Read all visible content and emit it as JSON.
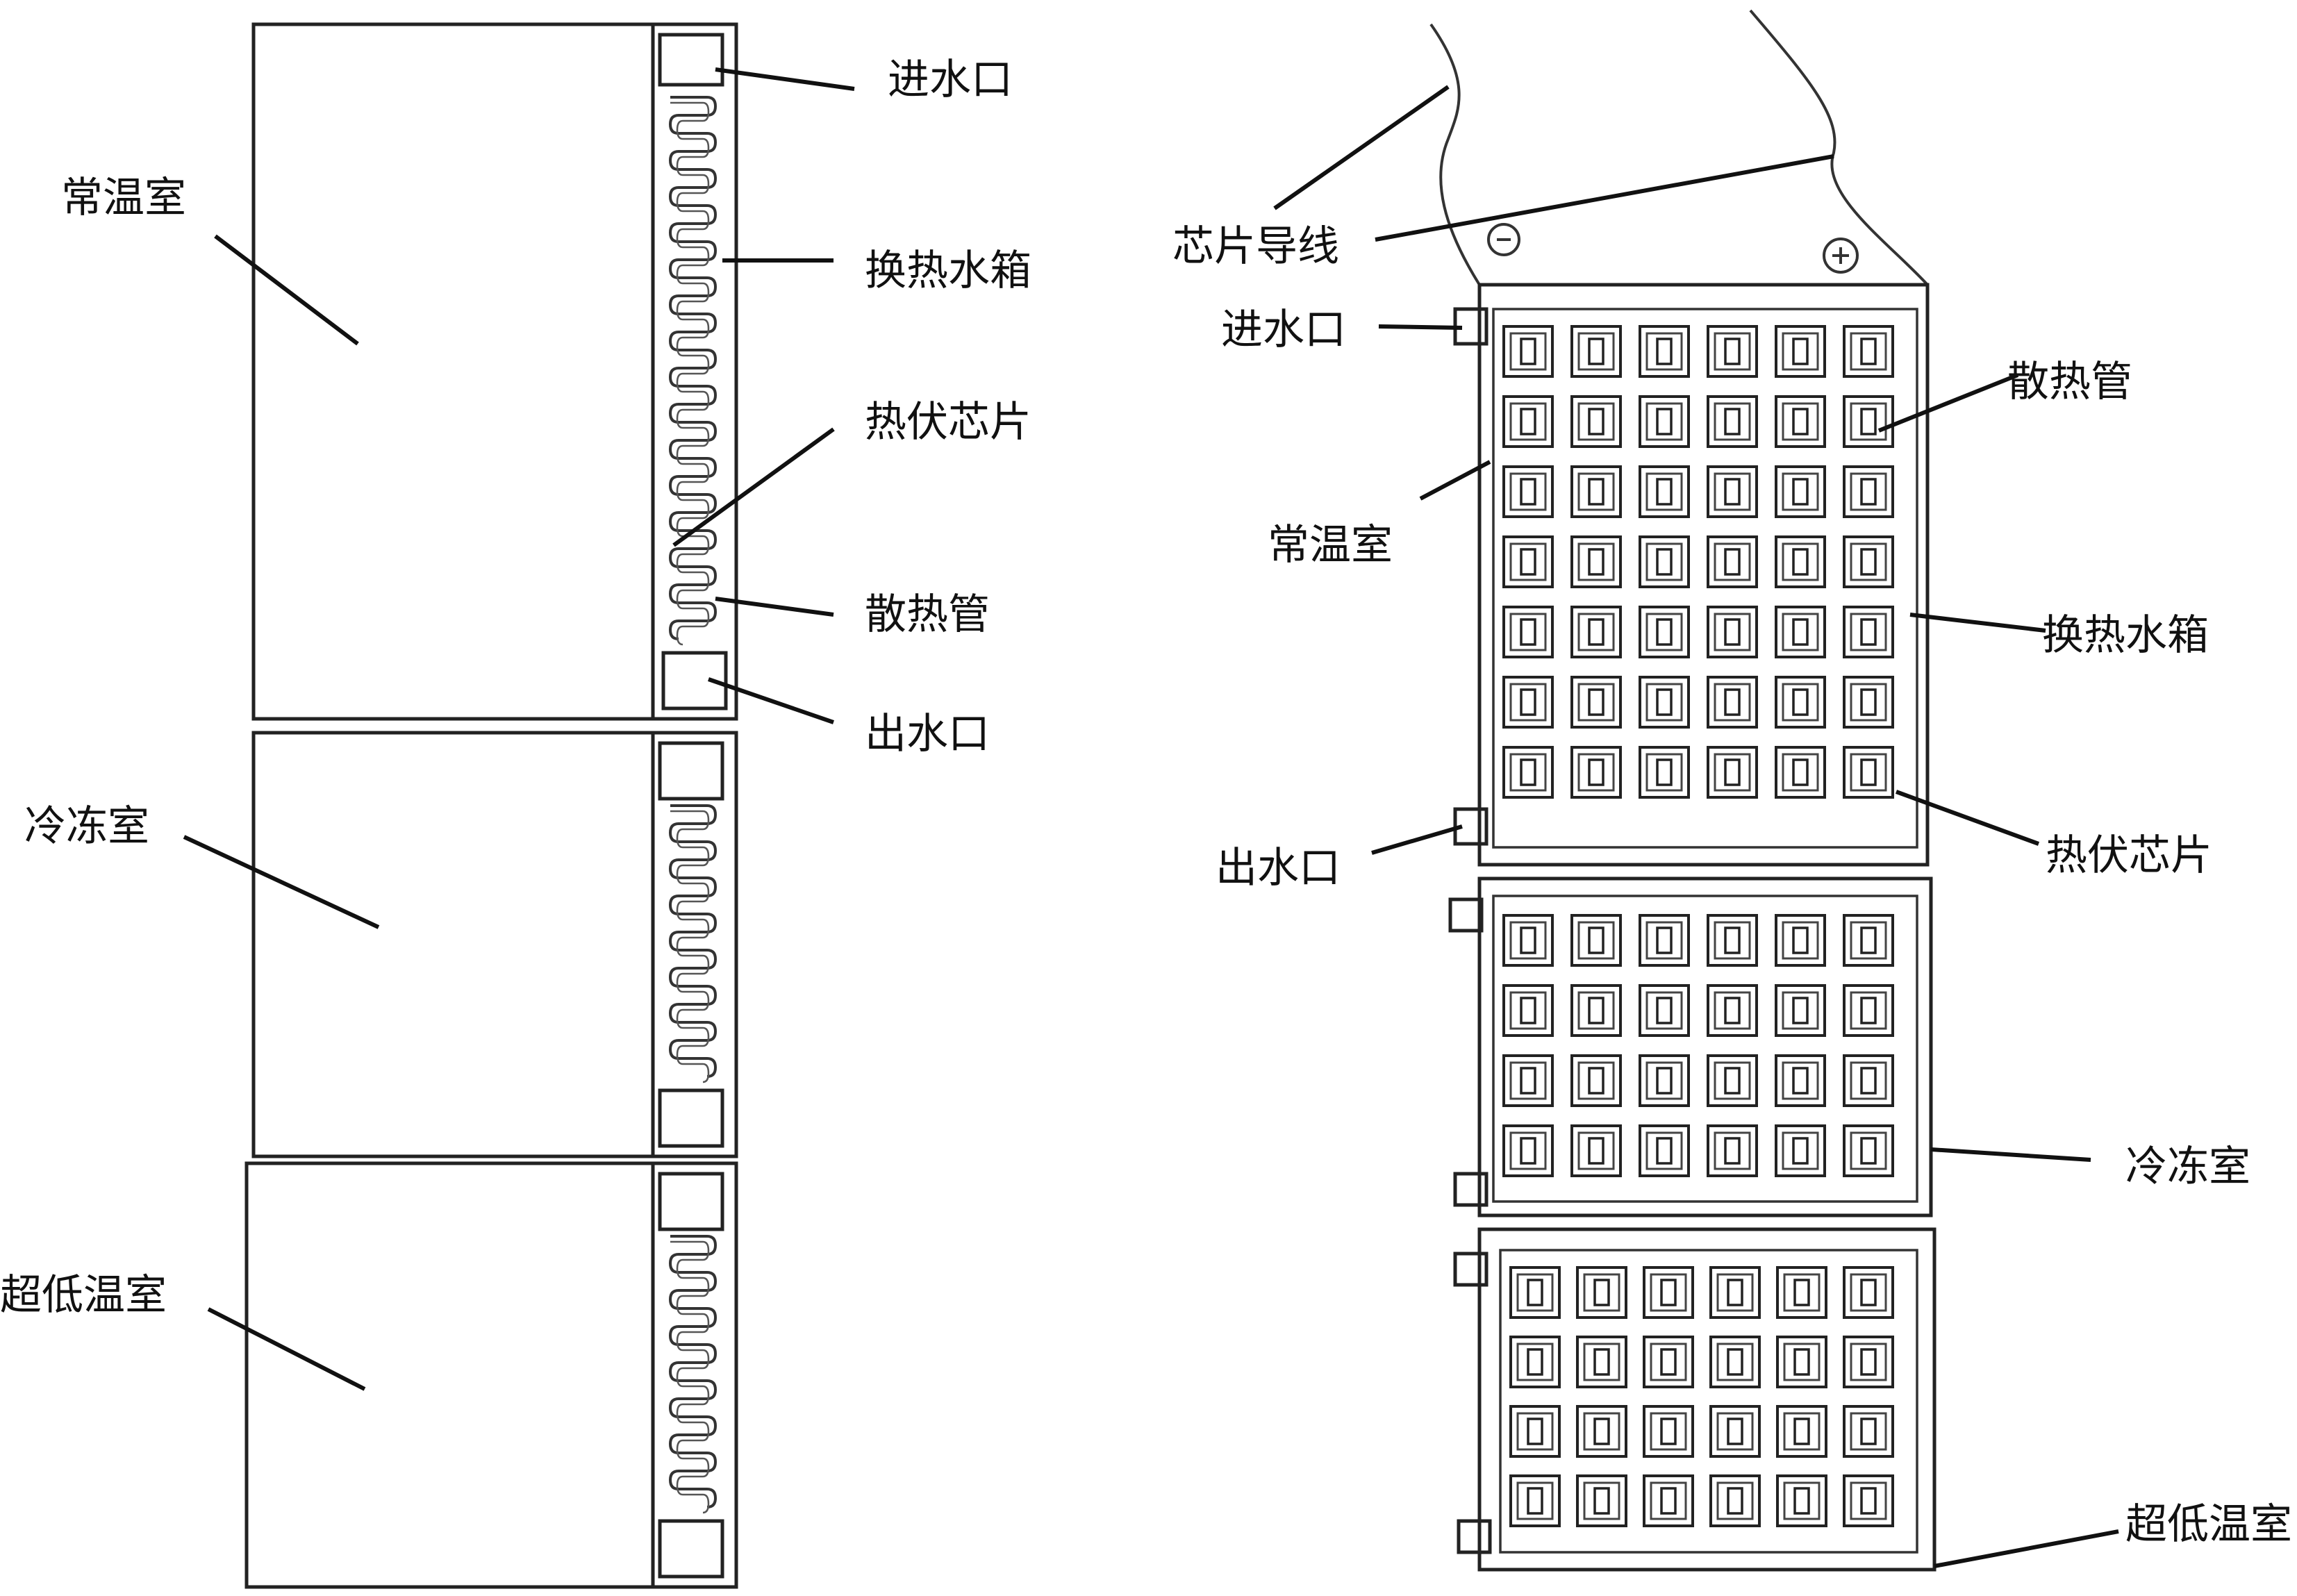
{
  "left_figure": {
    "labels": {
      "room_temp": "常温室",
      "inlet": "进水口",
      "heat_exchange_tank": "换热水箱",
      "tec_chip": "热伏芯片",
      "heat_pipe": "散热管",
      "outlet": "出水口",
      "freezer": "冷冻室",
      "ultra_low": "超低温室"
    }
  },
  "right_figure": {
    "labels": {
      "chip_wire": "芯片导线",
      "inlet": "进水口",
      "heat_pipe": "散热管",
      "room_temp": "常温室",
      "heat_exchange_tank": "换热水箱",
      "tec_chip": "热伏芯片",
      "outlet": "出水口",
      "freezer": "冷冻室",
      "ultra_low": "超低温室"
    },
    "polarity": {
      "negative": "⊖",
      "positive": "⊕"
    }
  }
}
